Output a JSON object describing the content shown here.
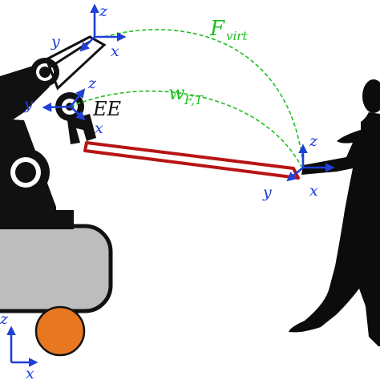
{
  "labels": {
    "f_virt_main": "F",
    "f_virt_sub": "virt",
    "w_ft_main": "w",
    "w_ft_sub": "F,T",
    "ee": "EE"
  },
  "frames": {
    "top": {
      "x": "x",
      "y": "y",
      "z": "z"
    },
    "ee": {
      "x": "x",
      "y": "y",
      "z": "z"
    },
    "human": {
      "x": "x",
      "y": "y",
      "z": "z"
    },
    "base": {
      "x": "x",
      "z": "z"
    }
  },
  "colors": {
    "axis": "#1f3fd6",
    "virtual": "#1fbf1f",
    "link": "#b81414",
    "robot": "#111111",
    "platform": "#bdbdbd",
    "wheel": "#e87722",
    "human": "#0c0c0c"
  },
  "icons": {
    "robot": "robot-arm-icon",
    "human": "human-silhouette-icon"
  }
}
